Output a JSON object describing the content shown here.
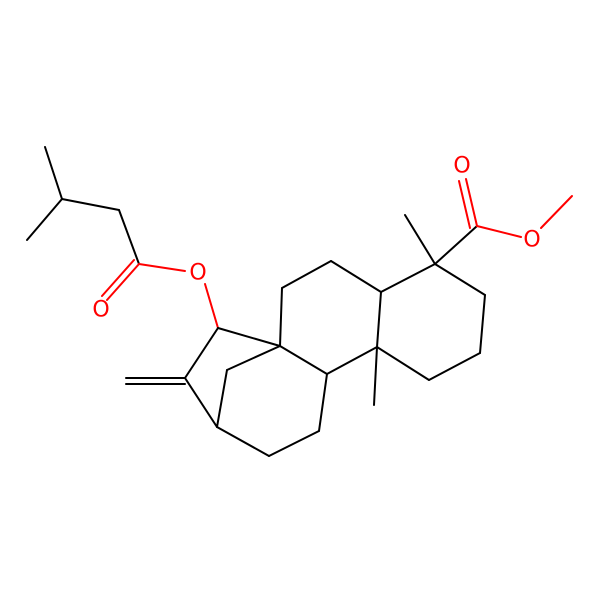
{
  "structure": {
    "atoms": {
      "ester_carbonyl_o": {
        "symbol": "O",
        "color": "#ff0000"
      },
      "ester_single_o": {
        "symbol": "O",
        "color": "#ff0000"
      },
      "acyl_carbonyl_o": {
        "symbol": "O",
        "color": "#ff0000"
      },
      "acyl_single_o": {
        "symbol": "O",
        "color": "#ff0000"
      }
    }
  }
}
